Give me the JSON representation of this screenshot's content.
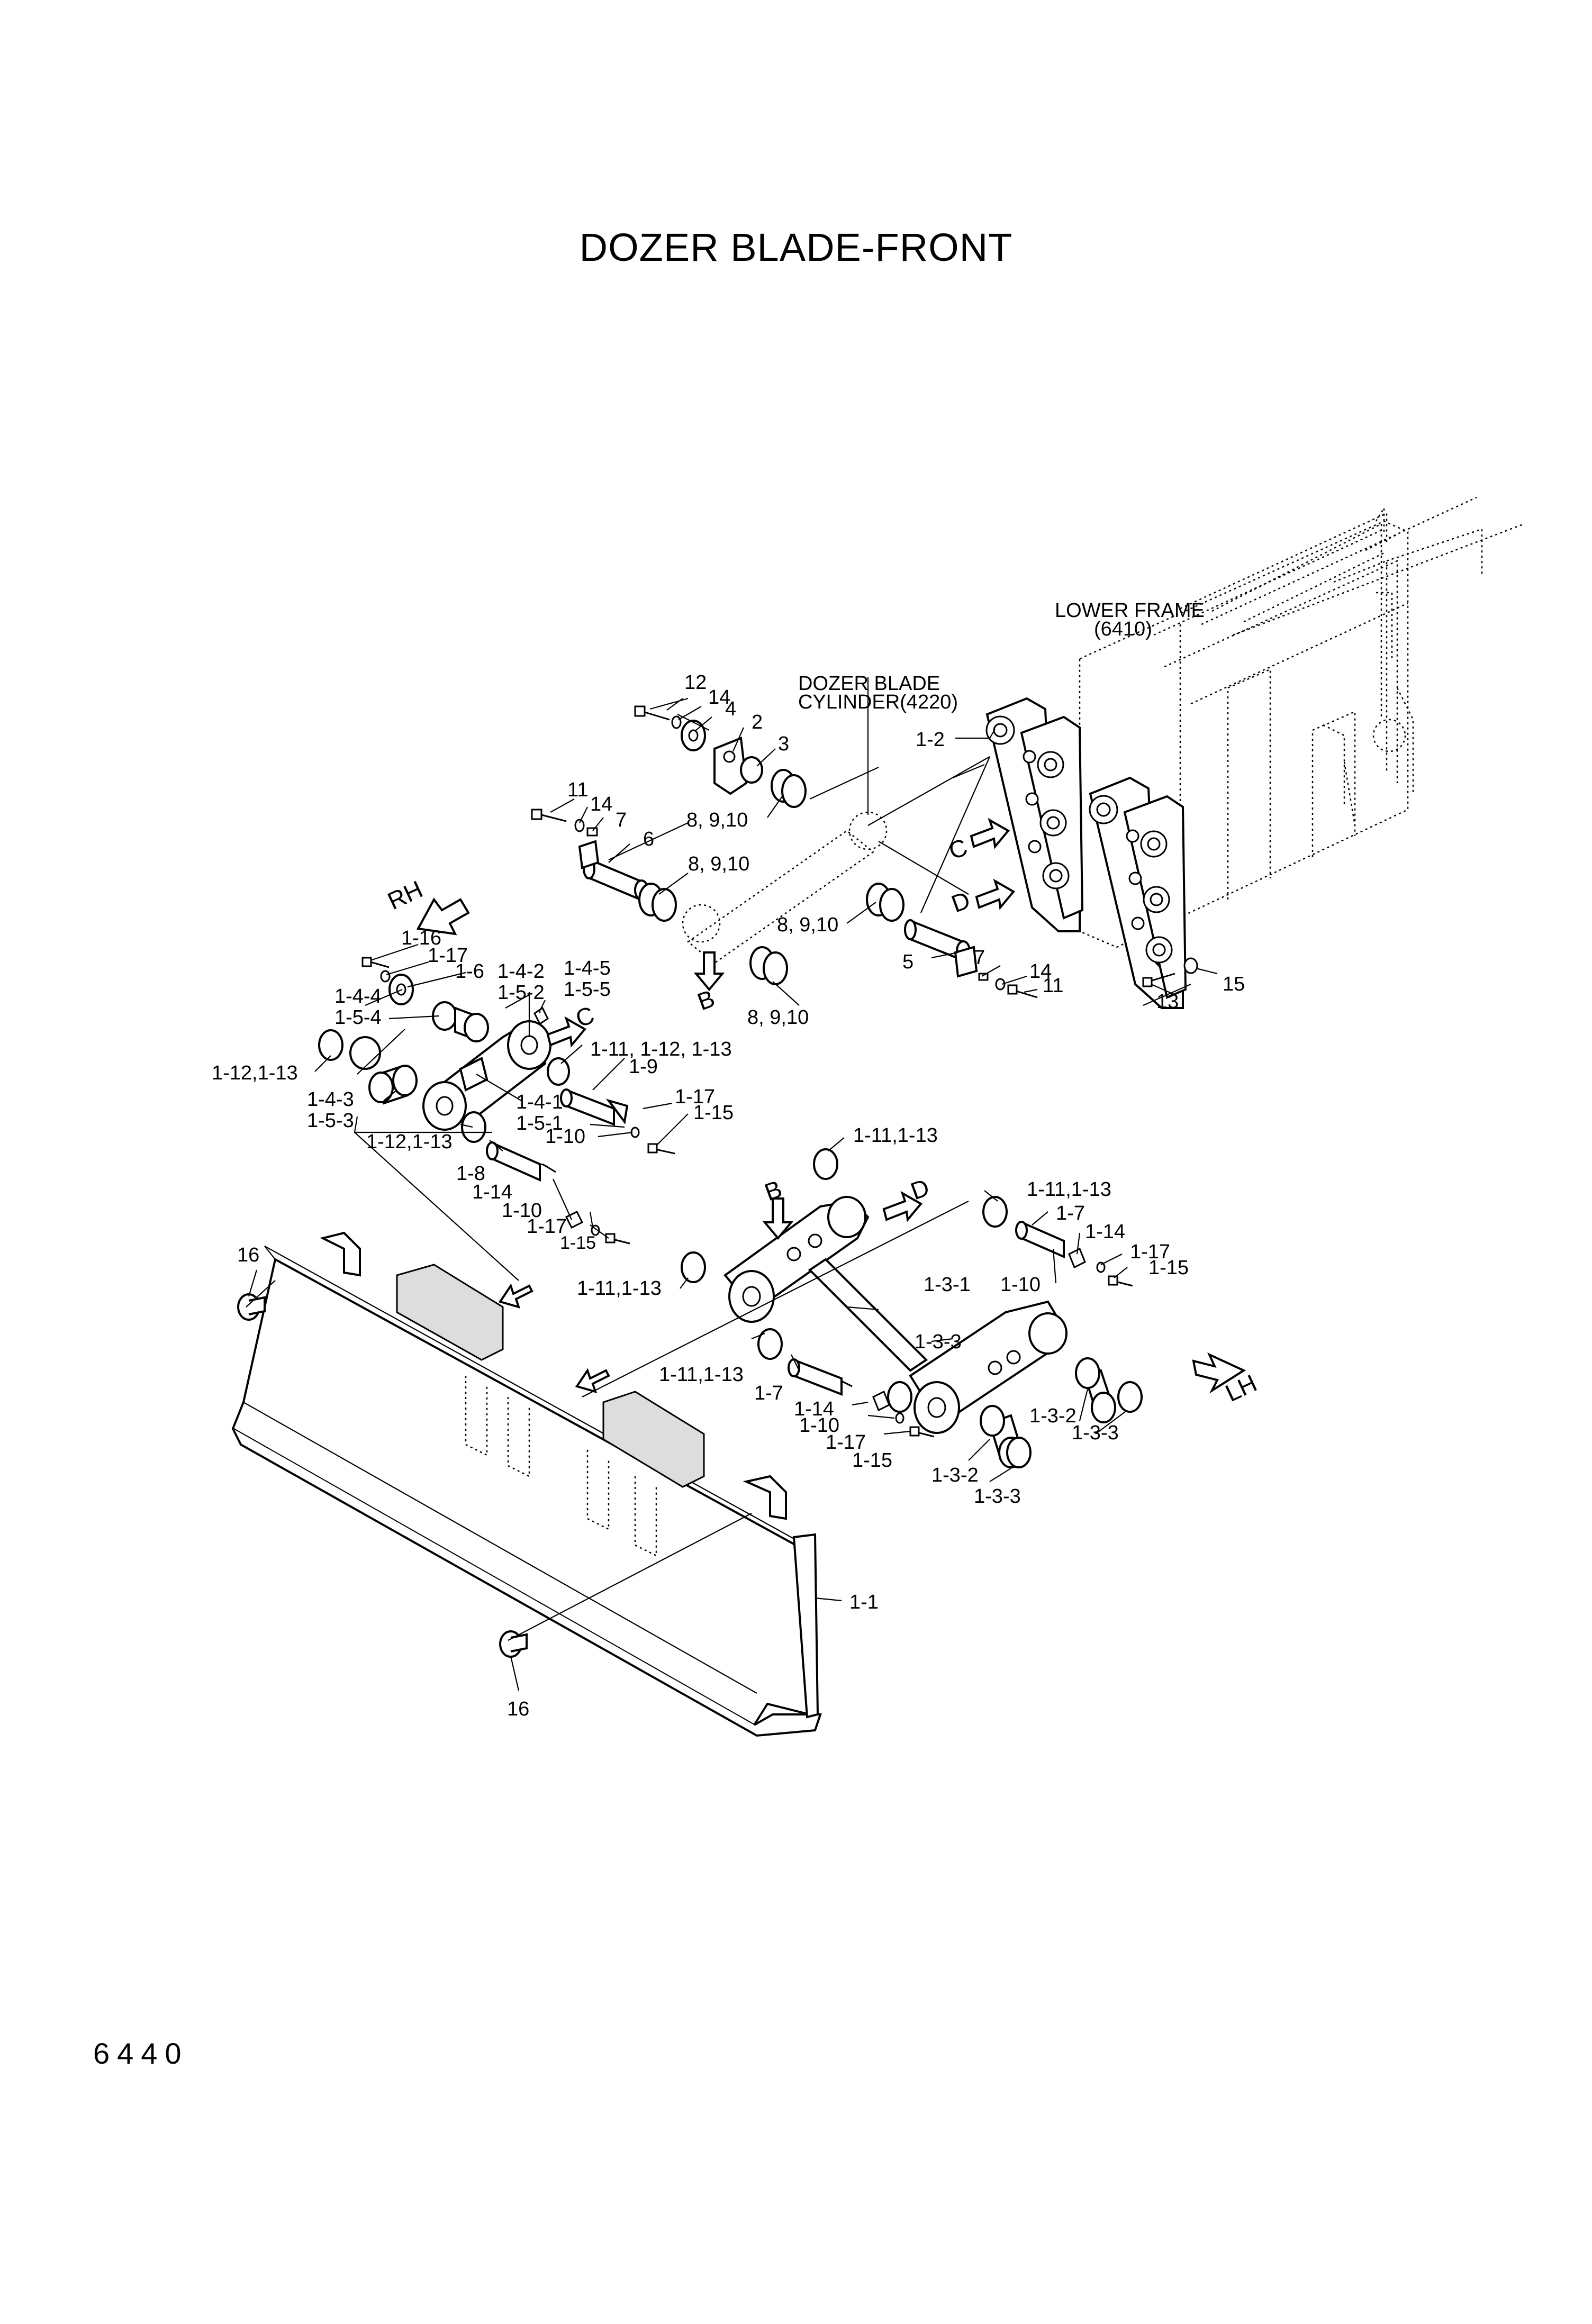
{
  "title": "DOZER BLADE-FRONT",
  "page_number": "6440",
  "references": {
    "lower_frame_line1": "LOWER FRAME",
    "lower_frame_line2": "(6410)",
    "cylinder_line1": "DOZER BLADE",
    "cylinder_line2": "CYLINDER(4220)"
  },
  "direction_markers": {
    "rh": "RH",
    "lh": "LH",
    "b": "B",
    "c": "C",
    "d": "D"
  },
  "callouts": {
    "c12": "12",
    "c14a": "14",
    "c4": "4",
    "c2": "2",
    "c3": "3",
    "c8910a": "8, 9,10",
    "c11a": "11",
    "c14b": "14",
    "c7a": "7",
    "c6": "6",
    "c8910b": "8, 9,10",
    "c8910c": "8, 9,10",
    "c8910d": "8, 9,10",
    "c1_2": "1-2",
    "c5": "5",
    "c7b": "7",
    "c14c": "14",
    "c11b": "11",
    "c13": "13",
    "c15": "15",
    "c1_16": "1-16",
    "c1_17a": "1-17",
    "c1_6": "1-6",
    "c1_4_4": "1-4-4",
    "c1_4_2": "1-4-2",
    "c1_4_5": "1-4-5",
    "c1_5_2": "1-5-2",
    "c1_5_5": "1-5-5",
    "c1_5_4": "1-5-4",
    "c1_12_13a": "1-12,1-13",
    "c1_11_12_13": "1-11, 1-12, 1-13",
    "c1_9": "1-9",
    "c1_4_3": "1-4-3",
    "c1_5_3": "1-5-3",
    "c1_4_1": "1-4-1",
    "c1_17b": "1-17",
    "c1_15a": "1-15",
    "c1_5_1": "1-5-1",
    "c1_10a": "1-10",
    "c1_12_13b": "1-12,1-13",
    "c1_8": "1-8",
    "c1_14a": "1-14",
    "c1_10b": "1-10",
    "c1_17c": "1-17",
    "c1_15b": "1-15",
    "c1_11_13a": "1-11,1-13",
    "c1_11_13b": "1-11,1-13",
    "c1_7a": "1-7",
    "c1_14b": "1-14",
    "c1_17d": "1-17",
    "c1_15c": "1-15",
    "c1_10c": "1-10",
    "c1_11_13c": "1-11,1-13",
    "c1_3_1": "1-3-1",
    "c1_3_3a": "1-3-3",
    "c1_11_13d": "1-11,1-13",
    "c1_7b": "1-7",
    "c1_14c": "1-14",
    "c1_10d": "1-10",
    "c1_17e": "1-17",
    "c1_15d": "1-15",
    "c1_3_2a": "1-3-2",
    "c1_3_3b": "1-3-3",
    "c1_3_2b": "1-3-2",
    "c1_3_3c": "1-3-3",
    "c16a": "16",
    "c16b": "16",
    "c1_1": "1-1"
  }
}
